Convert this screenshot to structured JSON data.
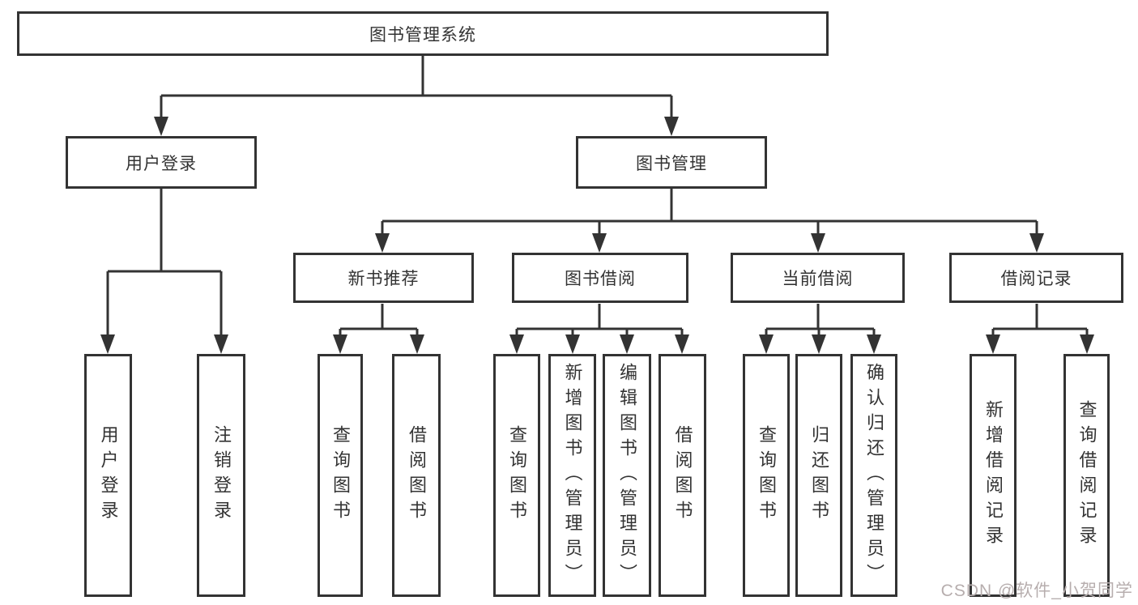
{
  "diagram": {
    "type": "hierarchy-tree",
    "tree": {
      "label": "图书管理系统",
      "children": [
        {
          "label": "用户登录",
          "children": [
            {
              "label": "用户登录"
            },
            {
              "label": "注销登录"
            }
          ]
        },
        {
          "label": "图书管理",
          "children": [
            {
              "label": "新书推荐",
              "children": [
                {
                  "label": "查询图书"
                },
                {
                  "label": "借阅图书"
                }
              ]
            },
            {
              "label": "图书借阅",
              "children": [
                {
                  "label": "查询图书"
                },
                {
                  "label": "新增图书（管理员）"
                },
                {
                  "label": "编辑图书（管理员）"
                },
                {
                  "label": "借阅图书"
                }
              ]
            },
            {
              "label": "当前借阅",
              "children": [
                {
                  "label": "查询图书"
                },
                {
                  "label": "归还图书"
                },
                {
                  "label": "确认归还（管理员）"
                }
              ]
            },
            {
              "label": "借阅记录",
              "children": [
                {
                  "label": "新增借阅记录"
                },
                {
                  "label": "查询借阅记录"
                }
              ]
            }
          ]
        }
      ]
    },
    "colors": {
      "line": "#333333",
      "text": "#333333",
      "background": "#ffffff",
      "watermark": "#b7aeae"
    }
  },
  "watermark": {
    "text": "CSDN @软件_小贺同学"
  }
}
